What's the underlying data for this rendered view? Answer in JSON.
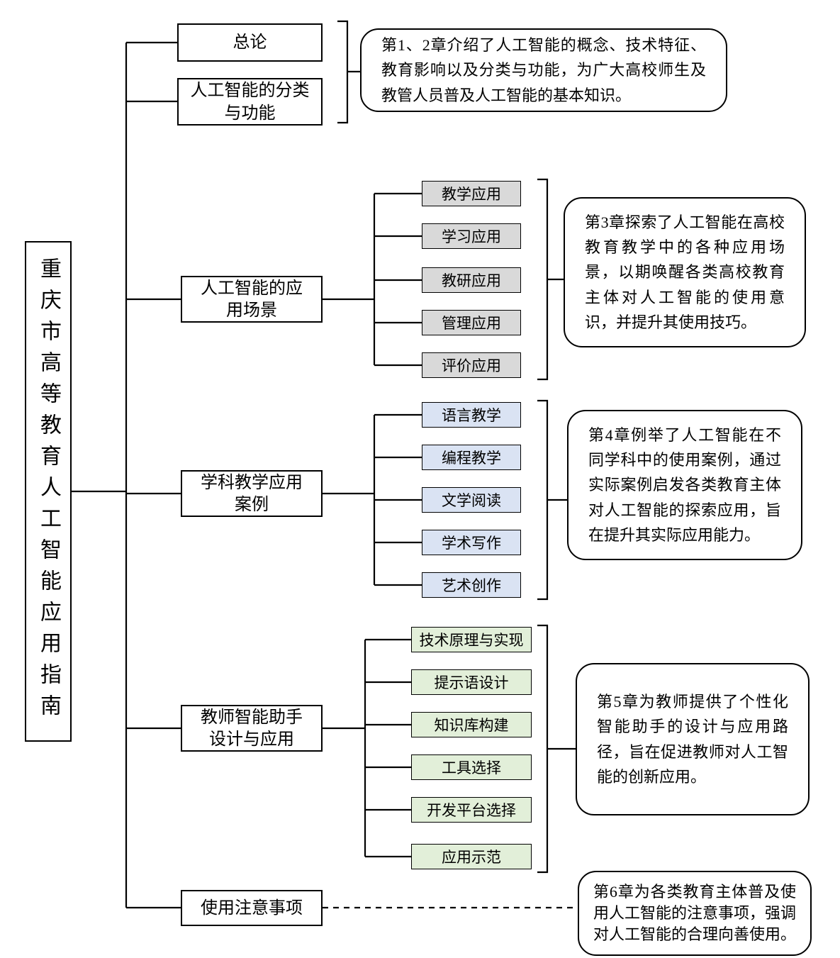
{
  "root": {
    "title": "重庆市高等教育人工智能应用指南"
  },
  "branches": {
    "overview": {
      "label": "总论"
    },
    "classification": {
      "label": "人工智能的分类与功能"
    },
    "scenes": {
      "label": "人工智能的应用场景",
      "items": [
        "教学应用",
        "学习应用",
        "教研应用",
        "管理应用",
        "评价应用"
      ]
    },
    "subjects": {
      "label": "学科教学应用案例",
      "items": [
        "语言教学",
        "编程教学",
        "文学阅读",
        "学术写作",
        "艺术创作"
      ]
    },
    "assistant": {
      "label": "教师智能助手设计与应用",
      "items": [
        "技术原理与实现",
        "提示语设计",
        "知识库构建",
        "工具选择",
        "开发平台选择",
        "应用示范"
      ]
    },
    "notes": {
      "label": "使用注意事项"
    }
  },
  "annotations": {
    "ch1_2": {
      "text": "第1、2章介绍了人工智能的概念、技术特征、教育影响以及分类与功能，为广大高校师生及教管人员普及人工智能的基本知识。"
    },
    "ch3": {
      "text": "第3章探索了人工智能在高校教育教学中的各种应用场景，以期唤醒各类高校教育主体对人工智能的使用意识，并提升其使用技巧。"
    },
    "ch4": {
      "text": "第4章例举了人工智能在不同学科中的使用案例，通过实际案例启发各类教育主体对人工智能的探索应用，旨在提升其实际应用能力。"
    },
    "ch5": {
      "text": "第5章为教师提供了个性化智能助手的设计与应用路径，旨在促进教师对人工智能的创新应用。"
    },
    "ch6": {
      "text": "第6章为各类教育主体普及使用人工智能的注意事项，强调对人工智能的合理向善使用。"
    }
  },
  "colors": {
    "scene_fill": "#d9d9d9",
    "subject_fill": "#dae3f3",
    "assistant_fill": "#e2efd9",
    "line": "#000000",
    "box_background": "#ffffff",
    "text": "#000000"
  }
}
